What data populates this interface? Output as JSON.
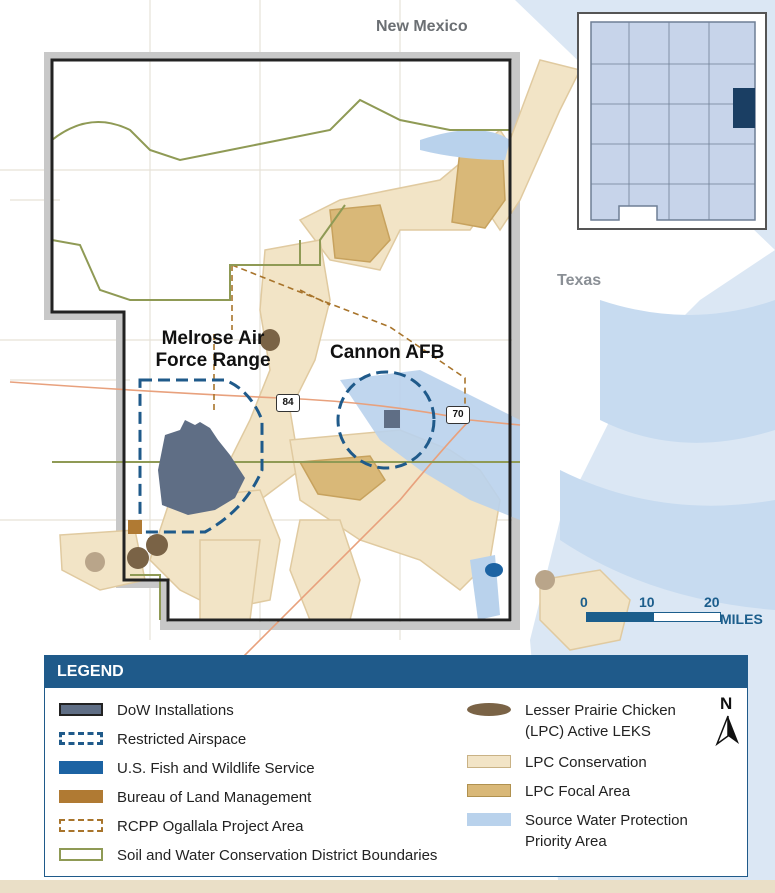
{
  "labels": {
    "state": "New Mexico",
    "texas": "Texas",
    "melrose_line1": "Melrose Air",
    "melrose_line2": "Force Range",
    "cannon": "Cannon AFB"
  },
  "highways": [
    "84",
    "70"
  ],
  "scale": {
    "values": [
      "0",
      "10",
      "20"
    ],
    "unit": "MILES"
  },
  "legend": {
    "title": "LEGEND",
    "north": "N",
    "items": [
      {
        "name": "dow-installations",
        "label": "DoW Installations",
        "color": "#5f6e85",
        "style": "fill-outlined"
      },
      {
        "name": "restricted-airspace",
        "label": "Restricted Airspace",
        "color": "#1f5a8a",
        "style": "dashed-ticks"
      },
      {
        "name": "usfws",
        "label": "U.S. Fish and Wildlife Service",
        "color": "#1c63a3",
        "style": "fill"
      },
      {
        "name": "blm",
        "label": "Bureau of Land Management",
        "color": "#b07a33",
        "style": "fill"
      },
      {
        "name": "rcpp",
        "label": "RCPP Ogallala Project Area",
        "color": "#a8742b",
        "style": "dashed"
      },
      {
        "name": "swcd",
        "label": "Soil and Water Conservation District Boundaries",
        "color": "#8f9a55",
        "style": "outline"
      },
      {
        "name": "lpc-leks",
        "label_line1": "Lesser Prairie Chicken",
        "label_line2": "(LPC) Active LEKS",
        "color": "#7a6346",
        "style": "ellipse"
      },
      {
        "name": "lpc-conservation",
        "label": "LPC Conservation",
        "color": "#f2e4c6",
        "style": "fill-outlined-light"
      },
      {
        "name": "lpc-focal",
        "label": "LPC Focal Area",
        "color": "#d9b878",
        "style": "fill-outlined-light"
      },
      {
        "name": "source-water",
        "label_line1": "Source Water Protection",
        "label_line2": "Priority Area",
        "color": "#b9d2ec",
        "style": "fill"
      }
    ]
  },
  "colors": {
    "background": "#ffffff",
    "border": "#222222",
    "roads": "#e8a17d",
    "grid_lines": "#e6e2d8",
    "inset_fill": "#c7d4ea",
    "inset_highlight": "#1a3e63"
  }
}
